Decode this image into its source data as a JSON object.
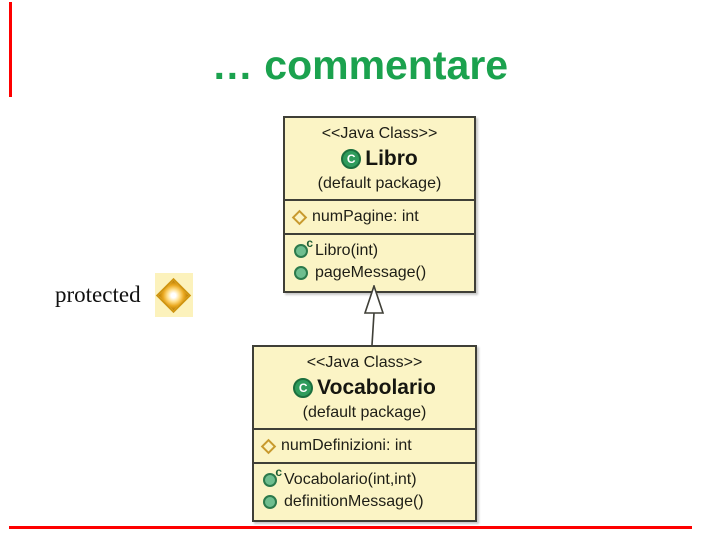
{
  "colors": {
    "title_green": "#1ba24e",
    "box_fill": "#fbf4c5",
    "box_border": "#3f3f37",
    "accent_red": "#fe0000",
    "icon_green": "#2f9c5c",
    "icon_green_dark": "#1b6f3e",
    "method_fill": "#6fbe8f",
    "gold": "#c89a2e"
  },
  "title": {
    "text": "… commentare"
  },
  "annotation": {
    "label": "protected",
    "icon": "protected-visibility-diamond-icon"
  },
  "diagram": {
    "icons": {
      "class_letter": "C",
      "constructor_decorator": "c"
    },
    "classes": [
      {
        "stereotype": "<<Java Class>>",
        "name": "Libro",
        "package": "(default package)",
        "fields": [
          {
            "icon": "package-visibility-diamond-icon",
            "text": "numPagine: int"
          }
        ],
        "methods": [
          {
            "icon": "constructor-icon",
            "text": "Libro(int)"
          },
          {
            "icon": "public-method-icon",
            "text": "pageMessage()"
          }
        ]
      },
      {
        "stereotype": "<<Java Class>>",
        "name": "Vocabolario",
        "package": "(default package)",
        "fields": [
          {
            "icon": "package-visibility-diamond-icon",
            "text": "numDefinizioni: int"
          }
        ],
        "methods": [
          {
            "icon": "constructor-icon",
            "text": "Vocabolario(int,int)"
          },
          {
            "icon": "public-method-icon",
            "text": "definitionMessage()"
          }
        ]
      }
    ],
    "relationship": {
      "type": "generalization",
      "from": "Vocabolario",
      "to": "Libro"
    }
  }
}
